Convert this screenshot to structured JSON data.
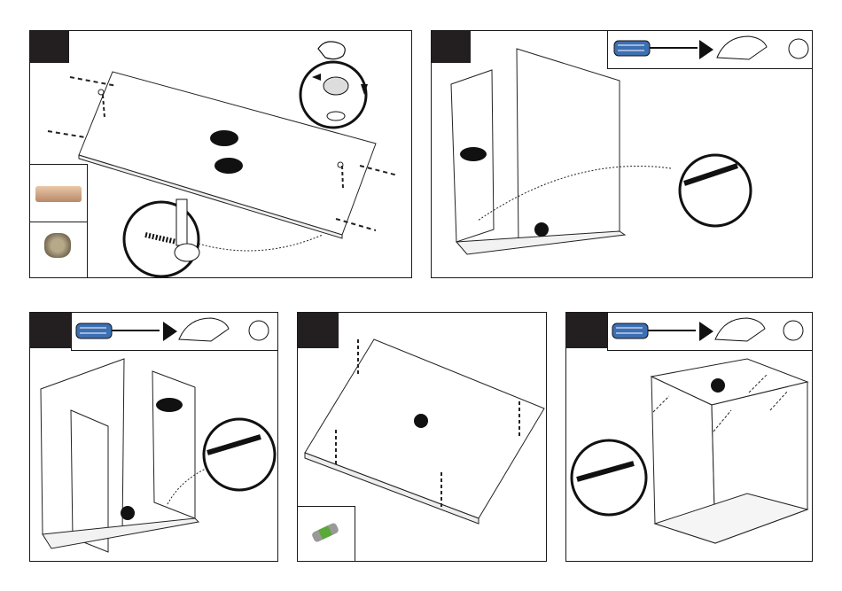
{
  "page": {
    "panels": [
      {
        "id": "step-1",
        "step_label": "",
        "icons": [
          "panel-icon",
          "wood-dowel-icon",
          "cam-lock-icon",
          "cam-lock-insert-icon"
        ]
      },
      {
        "id": "step-2",
        "step_label": "",
        "icons": [
          "screwdriver-icon",
          "hand-turn-icon",
          "clockwise-rotate-icon"
        ]
      },
      {
        "id": "step-3",
        "step_label": "",
        "icons": [
          "screwdriver-icon",
          "hand-turn-icon",
          "clockwise-rotate-icon"
        ]
      },
      {
        "id": "step-4",
        "step_label": "",
        "icons": [
          "cam-bolt-icon"
        ]
      },
      {
        "id": "step-5",
        "step_label": "",
        "icons": [
          "screwdriver-icon",
          "hand-turn-icon",
          "clockwise-rotate-icon"
        ]
      }
    ],
    "colors": {
      "step_box": "#231f20",
      "screwdriver_handle": "#3d6fb3",
      "cam_bolt_green": "#5aa83a",
      "dowel": "#c8a078"
    }
  }
}
